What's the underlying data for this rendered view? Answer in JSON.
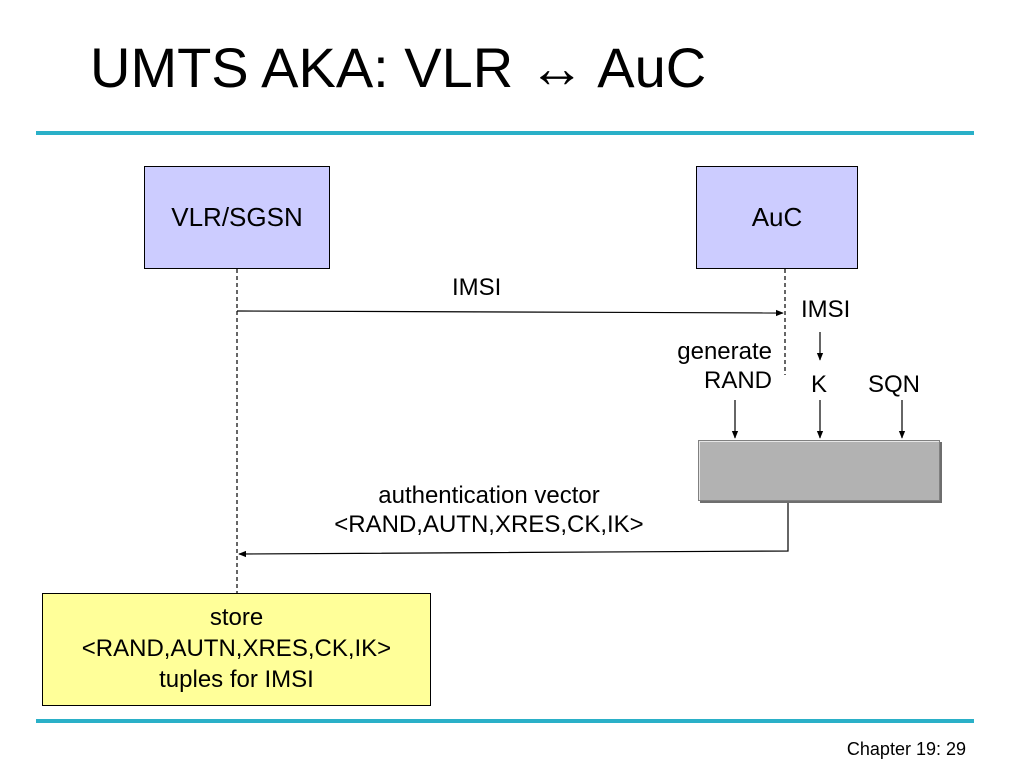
{
  "title": "UMTS AKA: VLR ↔ AuC",
  "accent_color": "#2ab0c8",
  "entities": {
    "vlr": {
      "label": "VLR/SGSN",
      "color": "#ccccff"
    },
    "auc": {
      "label": "AuC",
      "color": "#ccccff"
    }
  },
  "messages": {
    "imsi_request": "IMSI",
    "vector_line1": "authentication vector",
    "vector_line2": "<RAND,AUTN,XRES,CK,IK>"
  },
  "inputs": {
    "imsi": "IMSI",
    "generate_line1": "generate",
    "generate_line2": "RAND",
    "k": "K",
    "sqn": "SQN"
  },
  "store_note": {
    "line1": "store",
    "line2": "<RAND,AUTN,XRES,CK,IK>",
    "line3": "tuples for IMSI",
    "color": "#ffff99"
  },
  "footer": "Chapter 19: 29"
}
